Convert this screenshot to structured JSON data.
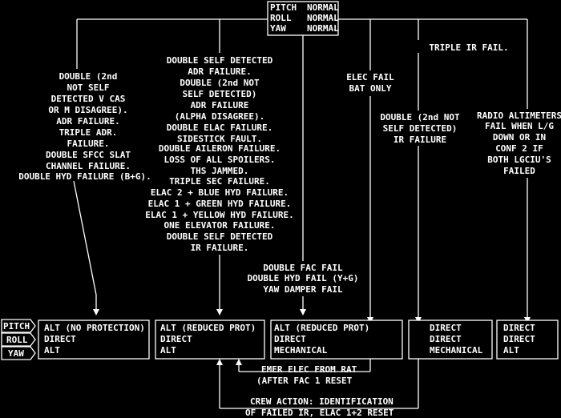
{
  "normal_law": {
    "rows": [
      {
        "axis": "PITCH",
        "mode": "NORMAL"
      },
      {
        "axis": "ROLL",
        "mode": "NORMAL"
      },
      {
        "axis": "YAW",
        "mode": "NORMAL"
      }
    ]
  },
  "failures": {
    "col1": [
      "DOUBLE (2nd",
      "NOT SELF",
      "DETECTED V CAS",
      "OR M DISAGREE).",
      "ADR FAILURE.",
      "TRIPLE ADR.",
      "FAILURE.",
      "DOUBLE SFCC SLAT",
      "CHANNEL FAILURE.",
      "DOUBLE HYD FAILURE (B+G)."
    ],
    "col2": [
      "DOUBLE SELF DETECTED",
      "ADR FAILURE.",
      "DOUBLE (2nd NOT",
      "SELF DETECTED)",
      "ADR FAILURE",
      "(ALPHA DISAGREE).",
      "DOUBLE ELAC FAILURE.",
      "SIDESTICK FAULT.",
      "DOUBLE AILERON FAILURE.",
      "LOSS OF ALL SPOILERS.",
      "THS JAMMED.",
      "TRIPLE SEC FAILURE.",
      "ELAC 2 + BLUE HYD FAILURE.",
      "ELAC 1 + GREEN HYD FAILURE.",
      "ELAC 1 + YELLOW HYD FAILURE.",
      "ONE ELEVATOR FAILURE.",
      "DOUBLE SELF DETECTED",
      "IR FAILURE."
    ],
    "col3": [
      "DOUBLE FAC FAIL",
      "DOUBLE HYD FAIL (Y+G)",
      "YAW DAMPER FAIL"
    ],
    "elec": [
      "ELEC FAIL",
      "BAT ONLY"
    ],
    "col4": [
      "DOUBLE (2nd NOT",
      "SELF DETECTED)",
      "IR FAILURE"
    ],
    "triple_ir": [
      "TRIPLE IR FAIL."
    ],
    "col5": [
      "RADIO ALTIMETERS",
      "FAIL WHEN L/G",
      "DOWN OR IN",
      "CONF 2 IF",
      "BOTH LGCIU'S",
      "FAILED"
    ]
  },
  "axis_labels": [
    "PITCH",
    "ROLL",
    "YAW"
  ],
  "law_boxes": [
    [
      "ALT (NO PROTECTION)",
      "DIRECT",
      "ALT"
    ],
    [
      "ALT (REDUCED PROT)",
      "DIRECT",
      "ALT"
    ],
    [
      "ALT (REDUCED PROT)",
      "DIRECT",
      "MECHANICAL"
    ],
    [
      "DIRECT",
      "DIRECT",
      "MECHANICAL"
    ],
    [
      "DIRECT",
      "DIRECT",
      "ALT"
    ]
  ],
  "recovery": {
    "emer_elec": [
      "EMER ELEC FROM RAT",
      "(AFTER FAC 1 RESET"
    ],
    "crew_action": [
      "CREW ACTION: IDENTIFICATION",
      "OF FAILED IR, ELAC 1+2 RESET"
    ]
  }
}
